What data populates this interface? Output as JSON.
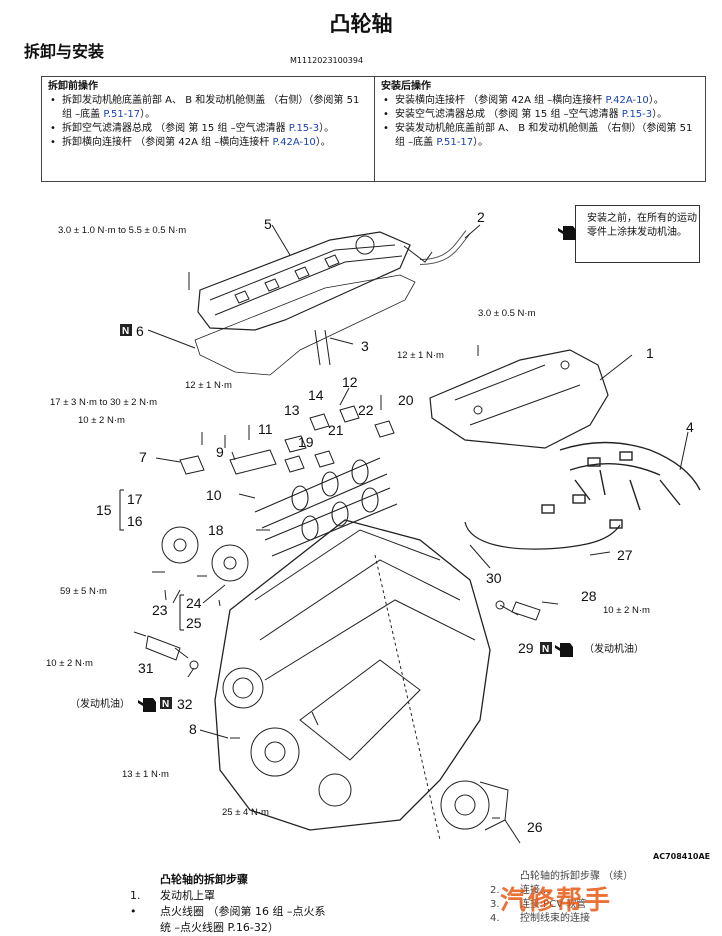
{
  "page": {
    "title": "凸轮轴",
    "section": "拆卸与安装",
    "doc_code": "M1112023100394"
  },
  "prep": {
    "before_title": "拆卸前操作",
    "before_items": [
      {
        "text": "拆卸发动机舱底盖前部 A、 B 和发动机舱侧盖 （右侧）（参阅第 51 组 –底盖 ",
        "ref": "P.51-17",
        "tail": "）。"
      },
      {
        "text": "拆卸空气滤清器总成 （参阅 第 15 组 –空气滤清器 ",
        "ref": "P.15-3",
        "tail": "）。"
      },
      {
        "text": "拆卸横向连接杆 （参阅第 42A 组 –横向连接杆 ",
        "ref": "P.42A-10",
        "tail": "）。"
      }
    ],
    "after_title": "安装后操作",
    "after_items": [
      {
        "text": "安装横向连接杆 （参阅第 42A 组 –横向连接杆 ",
        "ref": "P.42A-10",
        "tail": "）。"
      },
      {
        "text": "安装空气滤清器总成 （参阅 第 15 组 –空气滤清器 ",
        "ref": "P.15-3",
        "tail": "）。"
      },
      {
        "text": "安装发动机舱底盖前部 A、 B 和发动机舱侧盖 （右侧）（参阅第 51 组 –底盖 ",
        "ref": "P.51-17",
        "tail": "）。"
      }
    ]
  },
  "diagram": {
    "note": "安装之前，在所有的运动零件上涂抹发动机油。",
    "fig_code": "AC708410AE",
    "oil_label_left": "（发动机油）",
    "oil_label_right": "（发动机油）",
    "n_mark": "N",
    "torques": {
      "t1": "3.0 ± 1.0 N·m to 5.5 ± 0.5 N·m",
      "t2": "3.0 ± 0.5 N·m",
      "t3": "12 ± 1 N·m",
      "t4": "12 ± 1 N·m",
      "t5": "17 ± 3 N·m to 30 ± 2 N·m",
      "t6": "10 ± 2 N·m",
      "t7": "59 ± 5 N·m",
      "t8": "10 ± 2 N·m",
      "t9": "10 ± 2 N·m",
      "t10": "13 ± 1 N·m",
      "t11": "25 ± 4 N·m"
    },
    "parts": [
      "1",
      "2",
      "3",
      "4",
      "5",
      "6",
      "7",
      "8",
      "9",
      "10",
      "11",
      "12",
      "13",
      "14",
      "15",
      "16",
      "17",
      "18",
      "19",
      "20",
      "21",
      "22",
      "23",
      "24",
      "25",
      "26",
      "27",
      "28",
      "29",
      "30",
      "31",
      "32"
    ]
  },
  "steps_left": {
    "title": "凸轮轴的拆卸步骤",
    "rows": [
      {
        "num": "1.",
        "text": "发动机上罩"
      },
      {
        "num": "•",
        "text": "点火线圈 （参阅第 16 组 –点火系"
      },
      {
        "num": "",
        "text": "统 –点火线圈 P.16-32）"
      }
    ]
  },
  "steps_right": {
    "title": "凸轮轴的拆卸步骤 （续）",
    "rows": [
      {
        "num": "2.",
        "text": "连接..."
      },
      {
        "num": "3.",
        "text": "连接 PCV 软管"
      },
      {
        "num": "4.",
        "text": "控制线束的连接"
      }
    ]
  },
  "watermark": "汽修帮手"
}
